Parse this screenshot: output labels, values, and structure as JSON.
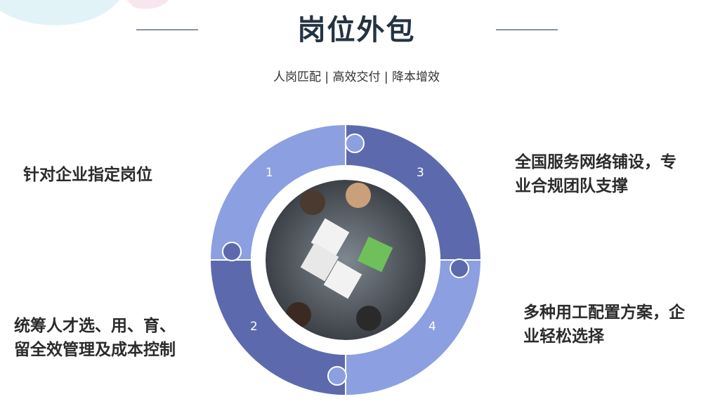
{
  "title": "岗位外包",
  "subtitle": "人岗匹配 | 高效交付 | 降本增效",
  "features": [
    {
      "number": "1",
      "text": "针对企业指定岗位"
    },
    {
      "number": "2",
      "text": "统筹人才选、用、育、\n留全效管理及成本控制"
    },
    {
      "number": "3",
      "text": "全国服务网络铺设，专\n业合规团队支撑"
    },
    {
      "number": "4",
      "text": "多种用工配置方案，企\n业轻松选择"
    }
  ],
  "colors": {
    "segment_light": "#8c9fe0",
    "segment_dark": "#5c6aad",
    "title": "#243342",
    "puzzle_green": "#6fbf5a"
  },
  "image": {
    "description_icon": "teamwork-puzzle-photo"
  }
}
